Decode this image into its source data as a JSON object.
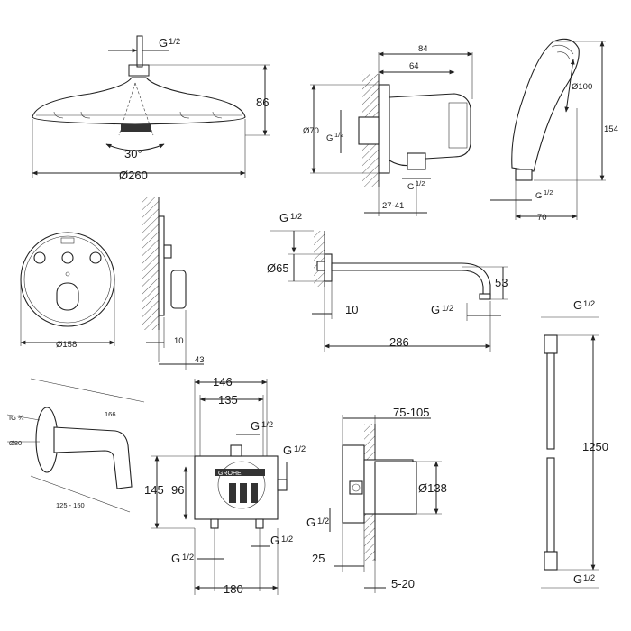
{
  "showerhead": {
    "thread_label": "G",
    "thread_size": "1/2",
    "height": "86",
    "spray_angle": "30°",
    "diameter": "Ø260"
  },
  "wall_outlet": {
    "width": "84",
    "depth": "64",
    "diameter": "Ø70",
    "thread_side": "G",
    "thread_side_size": "1/2",
    "thread_bottom": "G",
    "thread_bottom_size": "1/2",
    "range": "27-41"
  },
  "hand_shower": {
    "diameter": "Ø100",
    "length": "154",
    "thread": "G",
    "thread_size": "1/2",
    "width": "70"
  },
  "control_panel": {
    "diameter": "Ø158",
    "depth": "10",
    "projection": "43"
  },
  "shower_arm": {
    "thread_top": "G",
    "thread_top_size": "1/2",
    "rosette": "Ø65",
    "wall_offset": "10",
    "thread_end": "G",
    "thread_end_size": "1/2",
    "drop": "53",
    "length": "286"
  },
  "hose": {
    "thread_top": "G",
    "thread_top_size": "1/2",
    "length": "1250",
    "thread_bottom": "G",
    "thread_bottom_size": "1/2"
  },
  "bath_spout": {
    "length": "166",
    "thread": "IG ¾",
    "rosette": "Ø80",
    "range": "125 - 150"
  },
  "rough_in_box": {
    "width_outer": "146",
    "width_inner": "135",
    "height_outer": "145",
    "height_inner": "96",
    "thread_top": "G",
    "thread_top_size": "1/2",
    "thread_right": "G",
    "thread_right_size": "1/2",
    "thread_bl": "G",
    "thread_bl_size": "1/2",
    "thread_br": "G",
    "thread_br_size": "1/2",
    "base": "180",
    "brand": "GROHE"
  },
  "rough_in_side": {
    "depth_range": "75-105",
    "diameter": "Ø138",
    "thread": "G",
    "thread_size": "1/2",
    "offset": "25",
    "tile_range": "5-20"
  }
}
